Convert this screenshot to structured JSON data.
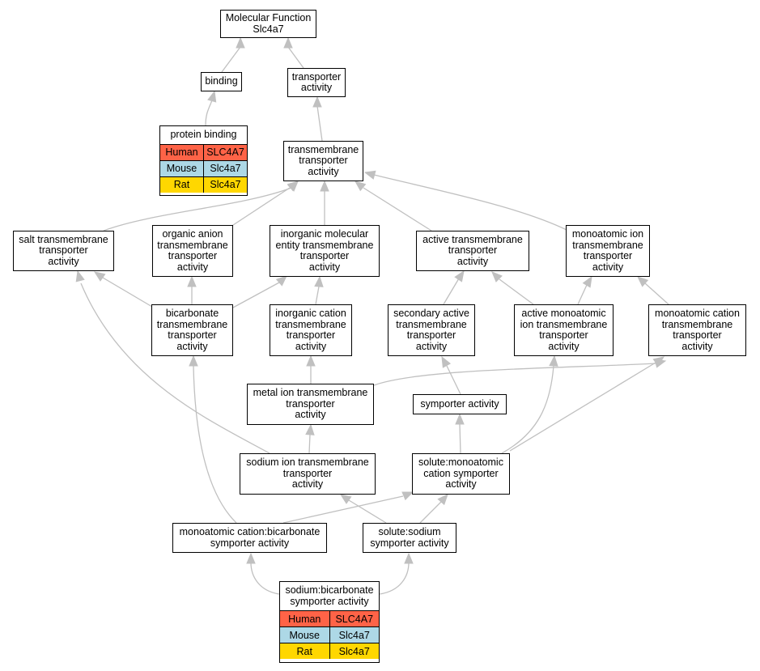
{
  "colors": {
    "edge": "#c0c0c0",
    "human": "#ff6347",
    "mouse": "#add8e6",
    "rat": "#ffd700"
  },
  "nodes": {
    "mf": "Molecular Function\nSlc4a7",
    "binding": "binding",
    "transporter": "transporter\nactivity",
    "protein_binding": {
      "title": "protein binding",
      "rows": [
        {
          "species": "Human",
          "gene": "SLC4A7"
        },
        {
          "species": "Mouse",
          "gene": "Slc4a7"
        },
        {
          "species": "Rat",
          "gene": "Slc4a7"
        }
      ]
    },
    "tm_transporter": "transmembrane\ntransporter\nactivity",
    "salt_tm": "salt transmembrane\ntransporter\nactivity",
    "organic_anion": "organic anion\ntransmembrane\ntransporter\nactivity",
    "inorganic_mol": "inorganic molecular\nentity transmembrane\ntransporter\nactivity",
    "active_tm": "active transmembrane\ntransporter\nactivity",
    "monoatomic_ion": "monoatomic ion\ntransmembrane\ntransporter\nactivity",
    "bicarbonate": "bicarbonate\ntransmembrane\ntransporter\nactivity",
    "inorganic_cation": "inorganic cation\ntransmembrane\ntransporter\nactivity",
    "secondary_active": "secondary active\ntransmembrane\ntransporter\nactivity",
    "active_monoatomic": "active monoatomic\nion transmembrane\ntransporter\nactivity",
    "monoatomic_cation": "monoatomic cation\ntransmembrane\ntransporter\nactivity",
    "metal_ion": "metal ion transmembrane\ntransporter\nactivity",
    "symporter": "symporter activity",
    "sodium_ion": "sodium ion transmembrane\ntransporter\nactivity",
    "solute_monoatomic": "solute:monoatomic\ncation symporter\nactivity",
    "cation_bicarbonate": "monoatomic cation:bicarbonate\nsymporter activity",
    "solute_sodium": "solute:sodium\nsymporter activity",
    "sodium_bicarbonate": {
      "title": "sodium:bicarbonate\nsymporter activity",
      "rows": [
        {
          "species": "Human",
          "gene": "SLC4A7"
        },
        {
          "species": "Mouse",
          "gene": "Slc4a7"
        },
        {
          "species": "Rat",
          "gene": "Slc4a7"
        }
      ]
    }
  }
}
